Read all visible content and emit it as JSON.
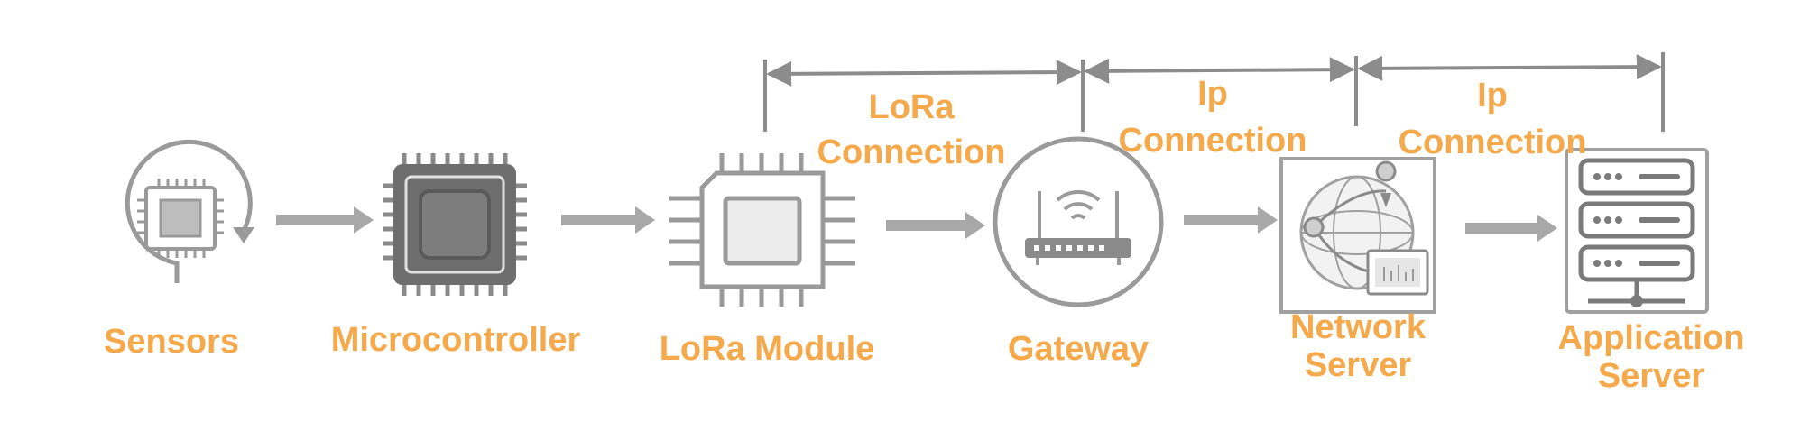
{
  "nodes": [
    {
      "id": "sensors",
      "label": "Sensors",
      "icon": "sensor-chip-icon"
    },
    {
      "id": "microcontroller",
      "label": "Microcontroller",
      "icon": "microcontroller-chip-icon"
    },
    {
      "id": "lora_module",
      "label": "LoRa Module",
      "icon": "lora-module-chip-icon"
    },
    {
      "id": "gateway",
      "label": "Gateway",
      "icon": "wifi-router-icon"
    },
    {
      "id": "network_server",
      "label_lines": [
        "Network",
        "Server"
      ],
      "icon": "network-globe-icon"
    },
    {
      "id": "application_server",
      "label_lines": [
        "Application",
        "Server"
      ],
      "icon": "server-rack-icon"
    }
  ],
  "connections": [
    {
      "id": "lora",
      "label_lines": [
        "LoRa",
        "Connection"
      ]
    },
    {
      "id": "ip1",
      "label_lines": [
        "Ip",
        "Connection"
      ]
    },
    {
      "id": "ip2",
      "label_lines": [
        "Ip",
        "Connection"
      ]
    }
  ],
  "colors": {
    "label": "#F5A94A",
    "icon_stroke": "#9a9a9a",
    "icon_dark": "#6e6e6e",
    "icon_fill": "#e6e6e6",
    "arrow": "#a8a8a8"
  }
}
